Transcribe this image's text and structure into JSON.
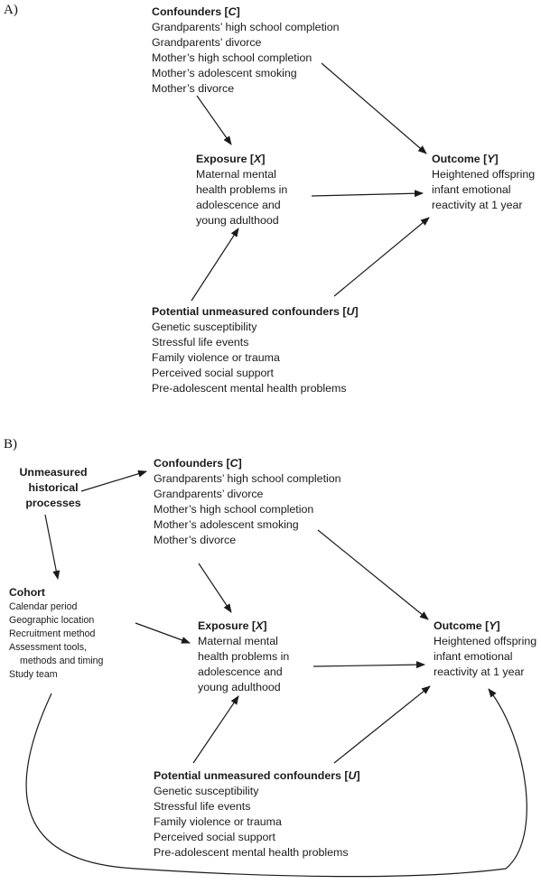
{
  "panel_a": {
    "label": "A)",
    "confounders": {
      "title": "Confounders",
      "var": "C",
      "items": [
        "Grandparents’ high school completion",
        "Grandparents’ divorce",
        "Mother’s high school completion",
        "Mother’s adolescent smoking",
        "Mother’s divorce"
      ]
    },
    "exposure": {
      "title": "Exposure",
      "var": "X",
      "items": [
        "Maternal mental",
        "health problems in",
        "adolescence and",
        "young adulthood"
      ]
    },
    "outcome": {
      "title": "Outcome",
      "var": "Y",
      "items": [
        "Heightened offspring",
        "infant emotional",
        "reactivity at 1 year"
      ]
    },
    "unmeasured": {
      "title": "Potential unmeasured confounders",
      "var": "U",
      "items": [
        "Genetic susceptibility",
        "Stressful life events",
        "Family violence or trauma",
        "Perceived social support",
        "Pre-adolescent mental health problems"
      ]
    }
  },
  "panel_b": {
    "label": "B)",
    "historical": {
      "lines": [
        "Unmeasured",
        "historical",
        "processes"
      ]
    },
    "cohort": {
      "title": "Cohort",
      "items": [
        "Calendar period",
        "Geographic location",
        "Recruitment method",
        "Assessment tools,",
        "methods and timing",
        "Study team"
      ]
    },
    "confounders": {
      "title": "Confounders",
      "var": "C",
      "items": [
        "Grandparents’ high school completion",
        "Grandparents’ divorce",
        "Mother’s high school completion",
        "Mother’s adolescent smoking",
        "Mother’s divorce"
      ]
    },
    "exposure": {
      "title": "Exposure",
      "var": "X",
      "items": [
        "Maternal mental",
        "health problems in",
        "adolescence and",
        "young adulthood"
      ]
    },
    "outcome": {
      "title": "Outcome",
      "var": "Y",
      "items": [
        "Heightened offspring",
        "infant emotional",
        "reactivity at 1 year"
      ]
    },
    "unmeasured": {
      "title": "Potential unmeasured confounders",
      "var": "U",
      "items": [
        "Genetic susceptibility",
        "Stressful life events",
        "Family violence or trauma",
        "Perceived social support",
        "Pre-adolescent mental health problems"
      ]
    }
  },
  "edge_color": "#1a1a1a"
}
